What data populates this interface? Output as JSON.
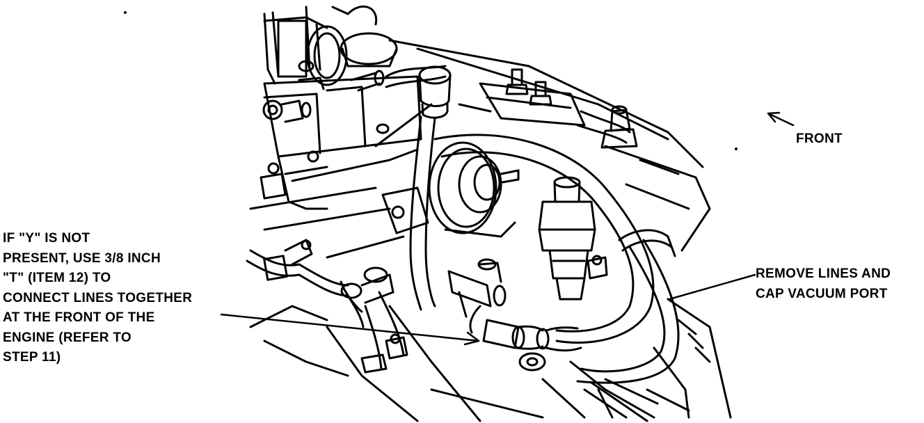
{
  "colors": {
    "ink": "#000000",
    "paper": "#ffffff"
  },
  "labels": {
    "front": "FRONT",
    "left_note": [
      "IF \"Y\" IS NOT",
      "PRESENT, USE 3/8 INCH",
      "\"T\" (ITEM 12) TO",
      "CONNECT LINES TOGETHER",
      "AT THE FRONT OF THE",
      "ENGINE (REFER TO",
      "STEP 11)"
    ],
    "right_note": [
      "REMOVE LINES AND",
      "CAP VACUUM PORT"
    ]
  }
}
